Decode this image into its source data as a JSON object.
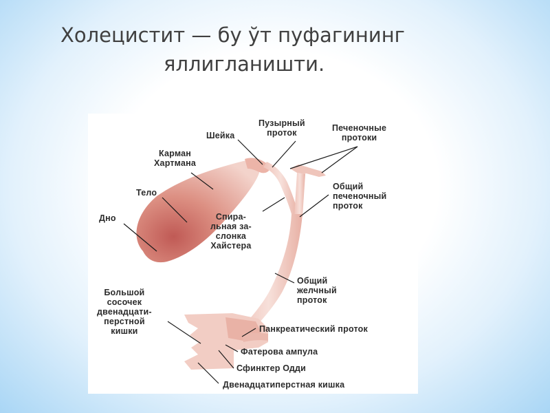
{
  "slide": {
    "title_line1": "Холецистит — бу ўт пуфагининг",
    "title_line2": "яллигланишти."
  },
  "diagram": {
    "labels": {
      "neck": "Шейка",
      "cystic_duct": "Пузырный\nпроток",
      "hepatic_ducts": "Печеночные\nпротоки",
      "hartmann_pouch": "Карман\nХартмана",
      "body": "Тело",
      "fundus": "Дно",
      "common_hepatic_duct": "Общий\nпеченочный\nпроток",
      "heister_valve": "Спира-\nльная за-\nслонка\nХайстера",
      "common_bile_duct": "Общий\nжелчный\nпроток",
      "major_papilla": "Большой\nсосочек\nдвенадцати-\nперстной\nкишки",
      "pancreatic_duct": "Панкреатический проток",
      "ampulla_vater": "Фатерова ампула",
      "sphincter_oddi": "Сфинктер Одди",
      "duodenum": "Двенадцатиперстная кишка"
    },
    "colors": {
      "organ_light": "#f4d6cf",
      "organ_mid": "#e8a797",
      "organ_dark": "#c9605a",
      "leader_line": "#1a1a1a"
    }
  }
}
